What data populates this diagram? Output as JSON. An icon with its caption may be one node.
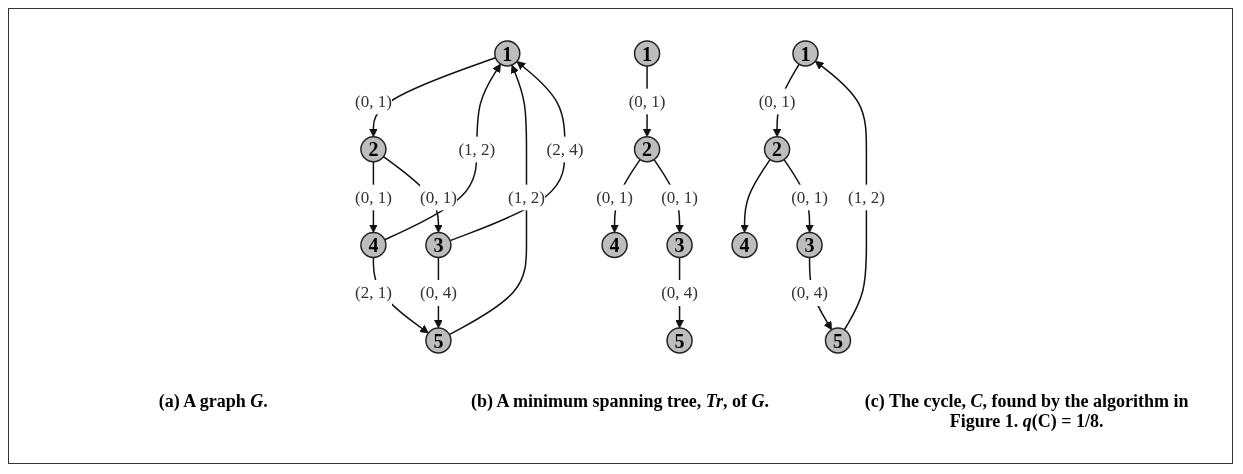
{
  "diagram": {
    "nodes": [
      {
        "text": [
          "1"
        ]
      },
      {
        "text": [
          "2"
        ]
      },
      {
        "text": [
          "4"
        ]
      },
      {
        "text": [
          "3"
        ]
      },
      {
        "text": [
          "5"
        ]
      },
      {
        "text": [
          "1"
        ]
      },
      {
        "text": [
          "2"
        ]
      },
      {
        "text": [
          "4"
        ]
      },
      {
        "text": [
          "3"
        ]
      },
      {
        "text": [
          "5"
        ]
      },
      {
        "text": [
          "1"
        ]
      },
      {
        "text": [
          "2"
        ]
      },
      {
        "text": [
          "4"
        ]
      },
      {
        "text": [
          "3"
        ]
      },
      {
        "text": [
          "5"
        ]
      }
    ],
    "edges": [
      {
        "from": 0,
        "to": 1,
        "arrow": "to",
        "label": "(0, 1)"
      },
      {
        "from": 1,
        "to": 2,
        "arrow": "to",
        "label": "(0, 1)"
      },
      {
        "from": 1,
        "to": 3,
        "arrow": "to",
        "label": "(0, 1)"
      },
      {
        "from": 2,
        "to": 0,
        "arrow": "to",
        "label": "(1, 2)"
      },
      {
        "from": 3,
        "to": 0,
        "arrow": "to",
        "label": "(2, 4)"
      },
      {
        "from": 2,
        "to": 4,
        "arrow": "to",
        "label": "(2, 1)"
      },
      {
        "from": 3,
        "to": 4,
        "arrow": "to",
        "label": "(0, 4)"
      },
      {
        "from": 4,
        "to": 0,
        "arrow": "to",
        "label": "(1, 2)"
      },
      {
        "from": 5,
        "to": 6,
        "arrow": "to",
        "label": "(0, 1)"
      },
      {
        "from": 6,
        "to": 7,
        "arrow": "to",
        "label": "(0, 1)"
      },
      {
        "from": 6,
        "to": 8,
        "arrow": "to",
        "label": "(0, 1)"
      },
      {
        "from": 8,
        "to": 9,
        "arrow": "to",
        "label": "(0, 4)"
      },
      {
        "from": 10,
        "to": 11,
        "arrow": "to",
        "label": "(0, 1)"
      },
      {
        "from": 11,
        "to": 12,
        "arrow": "to"
      },
      {
        "from": 11,
        "to": 13,
        "arrow": "to",
        "label": "(0, 1)"
      },
      {
        "from": 13,
        "to": 14,
        "arrow": "to",
        "label": "(0, 4)"
      },
      {
        "from": 14,
        "to": 10,
        "arrow": "to",
        "label": "(1, 2)"
      }
    ],
    "labels": [
      "(a) A graph *G*.",
      "(b) A minimum spanning tree, *Tr*, of *G*.",
      "(c) The cycle, *C*,  found by the algorithm  in Figure 1. *q*(C) = 1/8."
    ]
  }
}
